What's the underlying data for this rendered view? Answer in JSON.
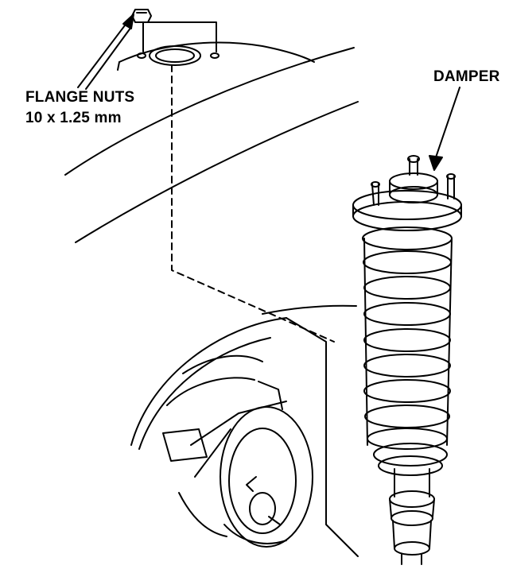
{
  "labels": {
    "flange_nuts": "FLANGE NUTS",
    "flange_nuts_size": "10 x 1.25 mm",
    "damper": "DAMPER"
  },
  "colors": {
    "ink": "#000000",
    "paper": "#ffffff"
  }
}
